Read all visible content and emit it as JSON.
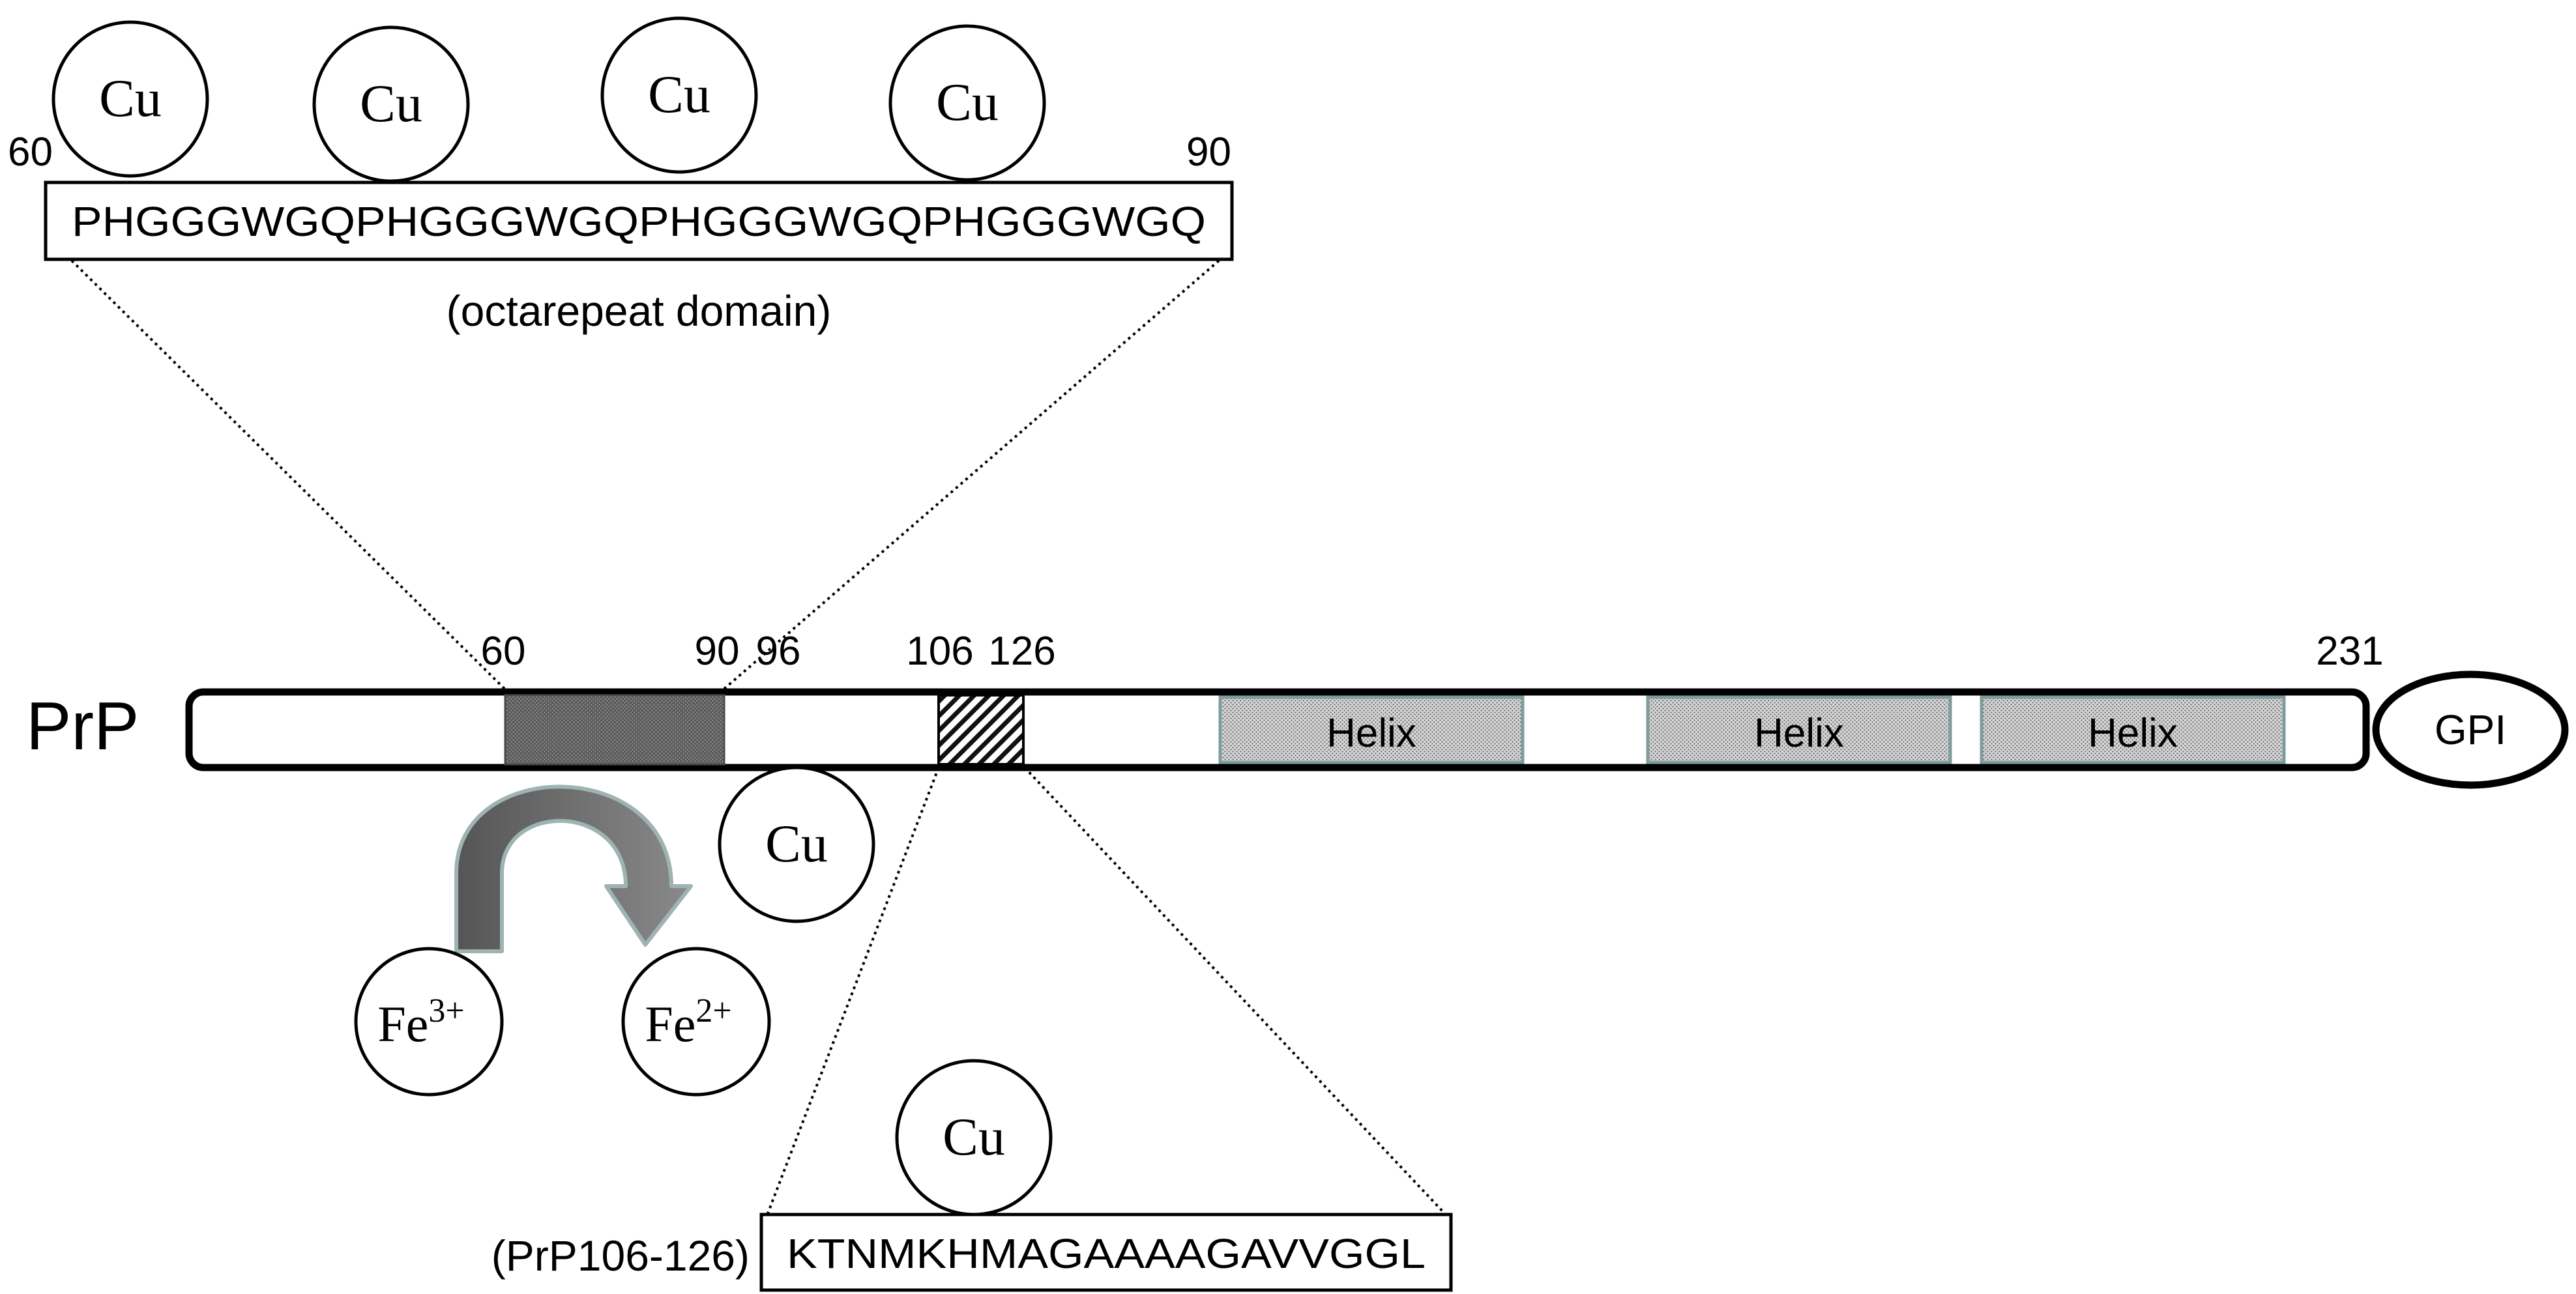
{
  "octarepeat": {
    "start": "60",
    "end": "90",
    "sequence": "PHGGGWGQPHGGGWGQPHGGGWGQPHGGGWGQ",
    "caption": "(octarepeat domain)"
  },
  "copper_label": "Cu",
  "protein": {
    "name": "PrP",
    "ticks": [
      "60",
      "90",
      "96",
      "106",
      "126",
      "231"
    ],
    "helix_label": "Helix",
    "anchor": "GPI"
  },
  "iron": {
    "ferric": {
      "base": "Fe",
      "charge": "3+"
    },
    "ferrous": {
      "base": "Fe",
      "charge": "2+"
    }
  },
  "peptide": {
    "label": "(PrP106-126)",
    "sequence": "KTNMKHMAGAAAAGAVVGGL"
  },
  "colors": {
    "octarepeat_fill": "#5a5a5a",
    "helix_fill": "#c8c8c8",
    "helix_border": "#7f9c9c",
    "arrow_fill": "#6e6e6e",
    "arrow_outline": "#9fb3b3"
  }
}
